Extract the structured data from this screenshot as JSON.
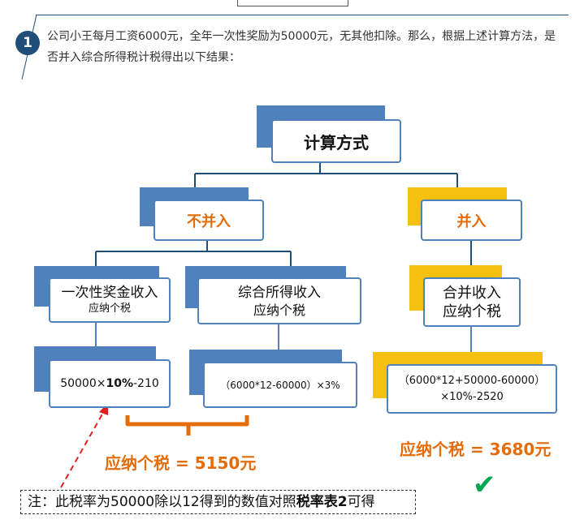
{
  "intro": {
    "number": "1",
    "text": "公司小王每月工资6000元，全年一次性奖励为50000元，无其他扣除。那么，根据上述计算方法，是否并入综合所得税计税得出以下结果："
  },
  "diagram": {
    "root": "计算方式",
    "branch_left": "不并入",
    "branch_right": "并入",
    "leaf1_line1": "一次性奖金收入",
    "leaf1_line2": "应纳个税",
    "leaf2_line1": "综合所得收入",
    "leaf2_line2": "应纳个税",
    "leaf3_line1": "合并收入",
    "leaf3_line2": "应纳个税",
    "formula1_a": "50000×",
    "formula1_b": "10%",
    "formula1_c": "-210",
    "formula2": "（6000*12-60000）×3%",
    "formula3_line1": "（6000*12+50000-60000）",
    "formula3_line2": "×10%-2520",
    "result_left": "应纳个税 = 5150元",
    "result_right": "应纳个税 = 3680元",
    "check_icon": "checkmark-icon"
  },
  "note": {
    "prefix": "注：此税率为50000除以12得到的数值对照",
    "bold": "税率表2",
    "suffix": "可得"
  },
  "colors": {
    "navy": "#1f4e79",
    "blue": "#4f81bd",
    "gold": "#f5c00f",
    "orange": "#e46c0a",
    "green": "#00a651",
    "red": "#e02020"
  }
}
